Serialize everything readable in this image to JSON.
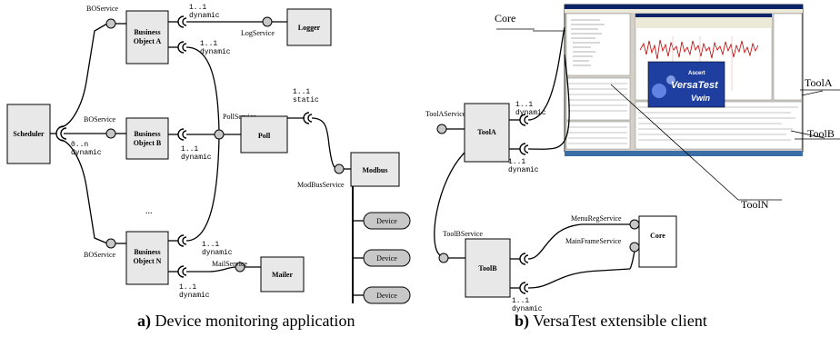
{
  "left": {
    "boxes": {
      "scheduler": "Scheduler",
      "bo_a": [
        "Business",
        "Object A"
      ],
      "bo_b": [
        "Business",
        "Object B"
      ],
      "bo_n": [
        "Business",
        "Object N"
      ],
      "logger": "Logger",
      "poll": "Poll",
      "modbus": "Modbus",
      "mailer": "Mailer"
    },
    "devices": [
      "Device",
      "Device",
      "Device"
    ],
    "labels": {
      "boservice_a": "BOService",
      "boservice_b": "BOService",
      "boservice_n": "BOService",
      "logservice": "LogService",
      "pollservice": "PollService",
      "modbusservice": "ModBusService",
      "mailservice": "MailService",
      "ellipsis": "..."
    },
    "multiplicities": {
      "bo_a_log": [
        "1..1",
        "dynamic"
      ],
      "bo_a_poll": [
        "1..1",
        "dynamic"
      ],
      "scheduler": [
        "0..n",
        "dynamic"
      ],
      "bo_b_poll": [
        "1..1",
        "dynamic"
      ],
      "poll_modbus": [
        "1..1",
        "static"
      ],
      "bo_n_poll": [
        "1..1",
        "dynamic"
      ],
      "bo_n_mail": [
        "1..1",
        "dynamic"
      ]
    },
    "caption_bold": "a)",
    "caption_text": " Device monitoring application"
  },
  "right": {
    "boxes": {
      "toola": "ToolA",
      "toolb": "ToolB",
      "core": "Core"
    },
    "labels": {
      "toolaservice": "ToolAService",
      "toolbservice": "ToolBService",
      "menuregservice": "MenuRegService",
      "mainframeservice": "MainFrameService"
    },
    "multiplicities": {
      "toola_top": [
        "1..1",
        "dynamic"
      ],
      "toola_mid": [
        "1..1",
        "dynamic"
      ],
      "toolb_bottom": [
        "1..1",
        "dynamic"
      ]
    },
    "callouts": {
      "core": "Core",
      "toola": "ToolA",
      "toolb": "ToolB",
      "tooln": "ToolN"
    },
    "screenshot": {
      "splash_line1": "Ascert",
      "splash_line2": "VersaTest",
      "splash_line3": "Vwin"
    },
    "caption_bold": "b)",
    "caption_text": " VersaTest extensible client"
  },
  "colors": {
    "box_fill": "#e8e8e8",
    "ball_fill": "#c8c8c8",
    "screen_bg": "#d4d0c8",
    "screen_title": "#0a246a",
    "chart_line": "#c00000",
    "splash": "#1f3fa0"
  }
}
